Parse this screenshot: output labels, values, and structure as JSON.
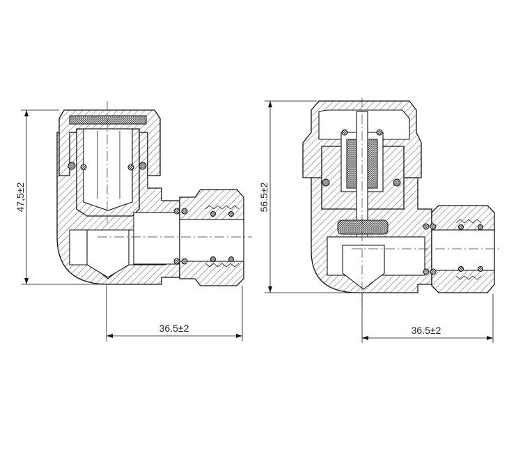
{
  "drawings": [
    {
      "name": "angle-valve-left",
      "height_dimension": "47,5±2",
      "width_dimension": "36.5±2"
    },
    {
      "name": "angle-valve-right",
      "height_dimension": "56.5±2",
      "width_dimension": "36.5±2"
    }
  ]
}
